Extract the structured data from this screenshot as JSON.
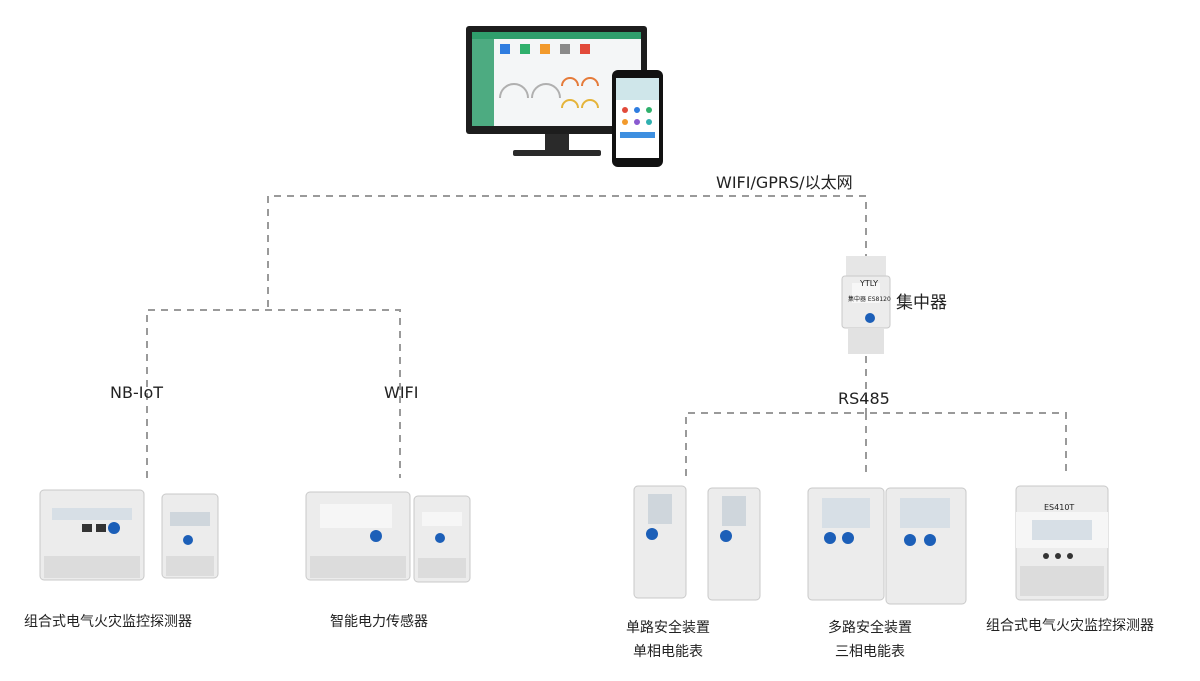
{
  "top": {
    "link_label": "WIFI/GPRS/以太网"
  },
  "concentrator": {
    "label": "集中器",
    "device_text": "集中器 ES8120",
    "logo": "YTLY"
  },
  "left_branch": {
    "nbiot_label": "NB-IoT",
    "wifi_label": "WIFI"
  },
  "right_branch": {
    "rs485_label": "RS485"
  },
  "devices": {
    "left_group_1": "组合式电气火灾监控探测器",
    "left_group_2": "智能电力传感器",
    "right_group_1_line1": "单路安全装置",
    "right_group_1_line2": "单相电能表",
    "right_group_2_line1": "多路安全装置",
    "right_group_2_line2": "三相电能表",
    "right_group_3": "组合式电气火灾监控探测器",
    "right_group_3_display": "ES410T"
  },
  "colors": {
    "line": "#9a9a9a",
    "device_body": "#ececec",
    "device_edge": "#c9c9c9",
    "screen": "#d7dfe6",
    "button_blue": "#1c5fb8",
    "monitor": "#1d1d1d",
    "app_green": "#2f9e6c"
  }
}
